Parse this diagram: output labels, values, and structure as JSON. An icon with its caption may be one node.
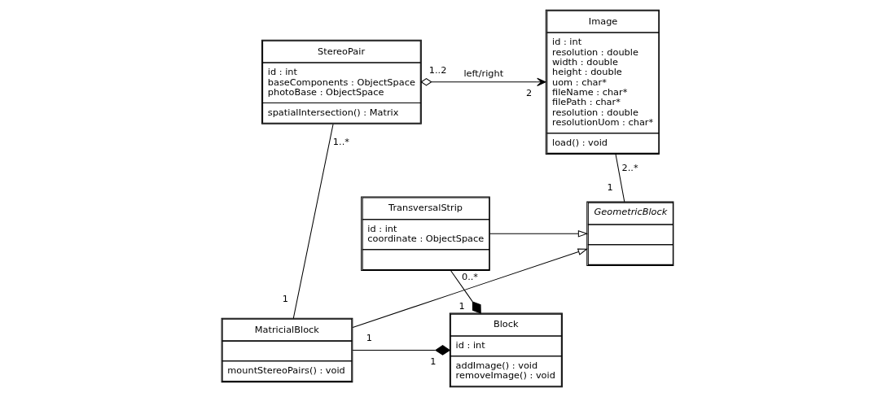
{
  "diagram": {
    "nodes": [
      {
        "text": [
          "Image",
          "id : int",
          "resolution : double",
          "width : double",
          "height : double",
          "uom : char*",
          "fileName : char*",
          "filePath : char*",
          "resolution : double",
          "resolutionUom : char*",
          "load() : void"
        ]
      },
      {
        "text": [
          "StereoPair",
          "id : int",
          "baseComponents : ObjectSpace",
          "photoBase : ObjectSpace",
          "spatialIntersection() : Matrix"
        ]
      },
      {
        "text": [
          "Block",
          "id : int",
          "addImage() : void",
          "removeImage() : void"
        ]
      },
      {
        "text": [
          "MatricialBlock",
          "mountStereoPairs() : void"
        ]
      },
      {
        "text": [
          "GeometricBlock"
        ]
      },
      {
        "text": [
          "TransversalStrip",
          "id : int",
          "coordinate : ObjectSpace"
        ]
      }
    ],
    "edges": [
      {
        "from": 1,
        "to": 0,
        "arrow": "to",
        "label": "left/right"
      },
      {
        "from": 1,
        "to": 3,
        "arrow": "none"
      },
      {
        "from": 3,
        "to": 2,
        "arrow": "other"
      },
      {
        "from": 5,
        "to": 2,
        "arrow": "other"
      },
      {
        "from": 0,
        "to": 4,
        "arrow": "none"
      },
      {
        "from": 3,
        "to": 4,
        "arrow": "to"
      },
      {
        "from": 5,
        "to": 4,
        "arrow": "to"
      }
    ],
    "labels": [
      "2",
      "1..2",
      "1..*",
      "1",
      "1",
      "1",
      "1",
      "2..*",
      "0..*",
      "1"
    ]
  }
}
